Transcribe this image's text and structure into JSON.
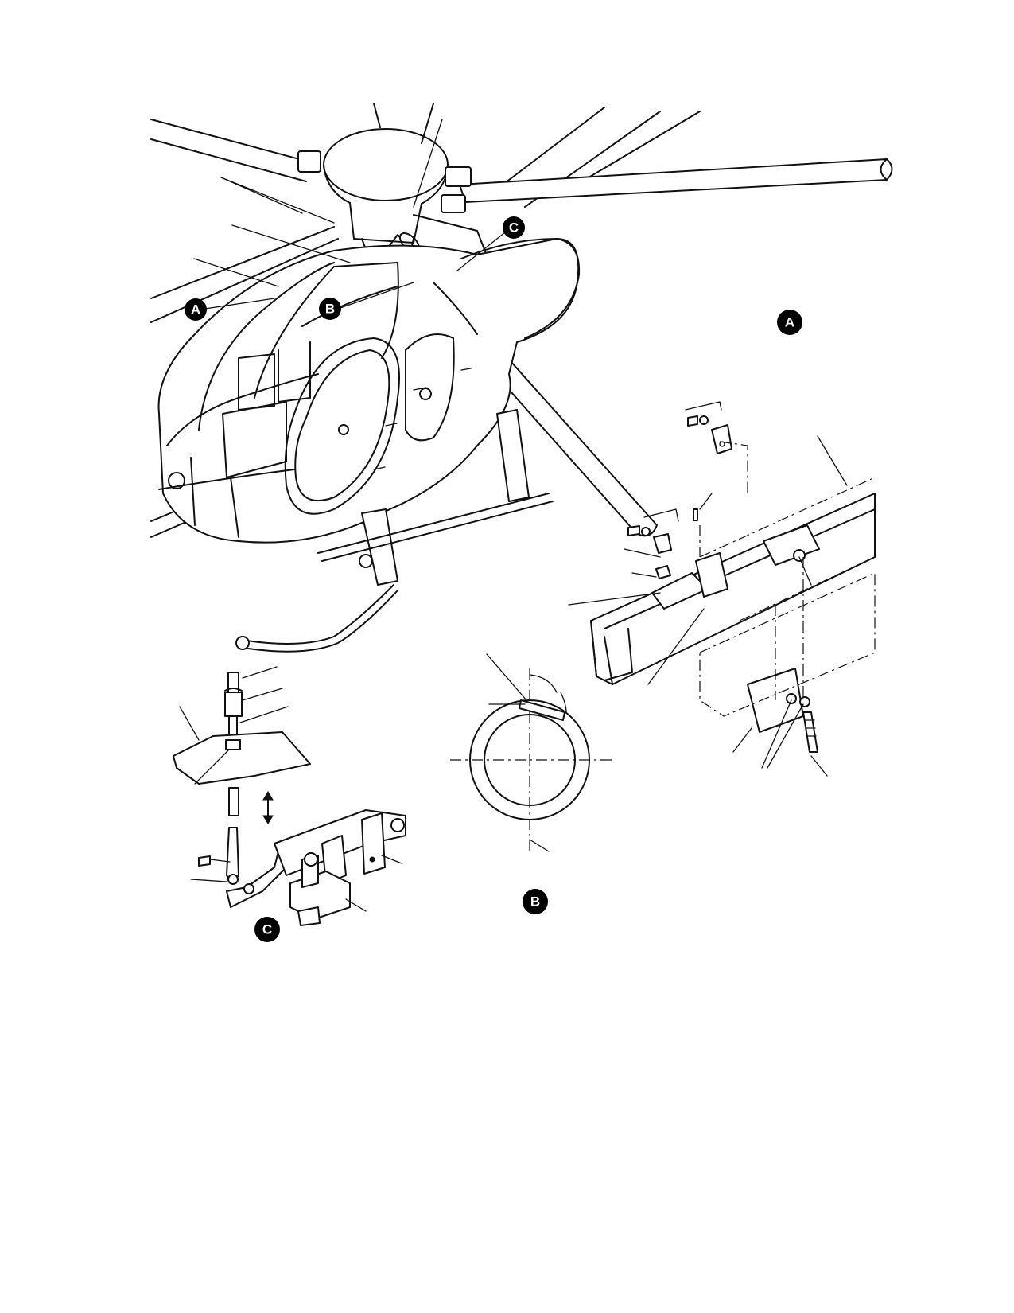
{
  "callouts": {
    "a_main": "A",
    "b_main": "B",
    "c_main": "C",
    "a_detail": "A",
    "b_detail": "B",
    "c_detail": "C"
  },
  "colors": {
    "ink": "#111111",
    "paper": "#ffffff"
  }
}
